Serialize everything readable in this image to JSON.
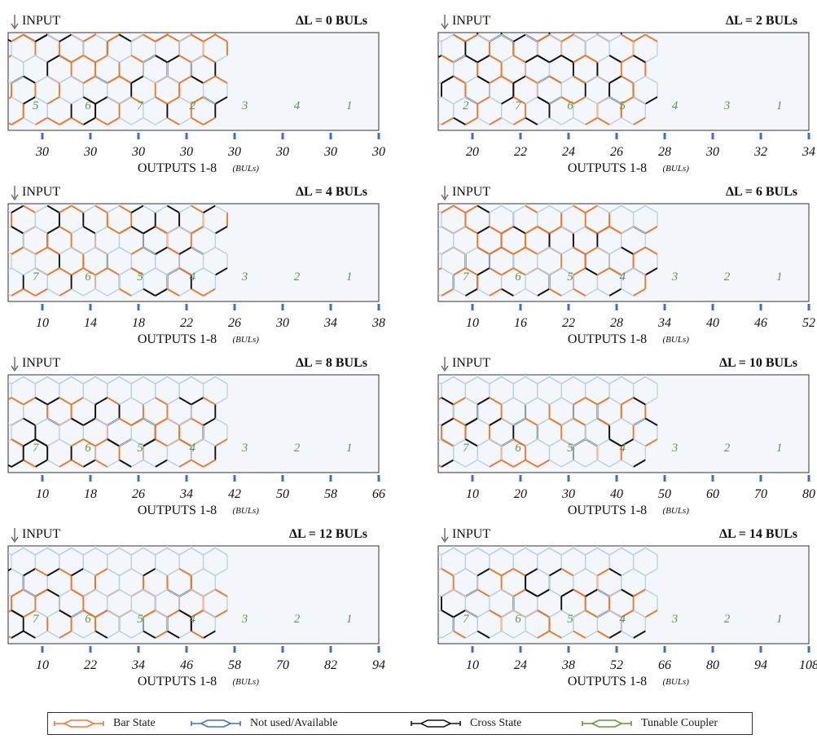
{
  "colors": {
    "bar": "#ea7a30",
    "unused": "#b8cfe8",
    "cross": "#111111",
    "coupler": "#5a9a3a",
    "panel_bg": "#f3f7fc",
    "port": "#3f6fc4"
  },
  "panels": [
    {
      "id": "p0",
      "delta_label": "ΔL = 0 BULs",
      "input_label": "INPUT",
      "outputs_title": "OUTPUTS 1-8",
      "units": "(BULs)",
      "outputs": [
        "30",
        "30",
        "30",
        "30",
        "30",
        "30",
        "30",
        "30"
      ],
      "couplers": [
        "5",
        "6",
        "7",
        "2",
        "3",
        "4",
        "1"
      ]
    },
    {
      "id": "p1",
      "delta_label": "ΔL = 2 BULs",
      "input_label": "INPUT",
      "outputs_title": "OUTPUTS 1-8",
      "units": "(BULs)",
      "outputs": [
        "20",
        "22",
        "24",
        "26",
        "28",
        "30",
        "32",
        "34"
      ],
      "couplers": [
        "2",
        "7",
        "6",
        "5",
        "4",
        "3",
        "1"
      ]
    },
    {
      "id": "p2",
      "delta_label": "ΔL = 4 BULs",
      "input_label": "INPUT",
      "outputs_title": "OUTPUTS 1-8",
      "units": "(BULs)",
      "outputs": [
        "10",
        "14",
        "18",
        "22",
        "26",
        "30",
        "34",
        "38"
      ],
      "couplers": [
        "7",
        "6",
        "5",
        "4",
        "3",
        "2",
        "1"
      ]
    },
    {
      "id": "p3",
      "delta_label": "ΔL = 6 BULs",
      "input_label": "INPUT",
      "outputs_title": "OUTPUTS 1-8",
      "units": "(BULs)",
      "outputs": [
        "10",
        "16",
        "22",
        "28",
        "34",
        "40",
        "46",
        "52"
      ],
      "couplers": [
        "7",
        "6",
        "5",
        "4",
        "3",
        "2",
        "1"
      ]
    },
    {
      "id": "p4",
      "delta_label": "ΔL = 8 BULs",
      "input_label": "INPUT",
      "outputs_title": "OUTPUTS 1-8",
      "units": "(BULs)",
      "outputs": [
        "10",
        "18",
        "26",
        "34",
        "42",
        "50",
        "58",
        "66"
      ],
      "couplers": [
        "7",
        "6",
        "5",
        "4",
        "3",
        "2",
        "1"
      ]
    },
    {
      "id": "p5",
      "delta_label": "ΔL = 10 BULs",
      "input_label": "INPUT",
      "outputs_title": "OUTPUTS 1-8",
      "units": "(BULs)",
      "outputs": [
        "10",
        "20",
        "30",
        "40",
        "50",
        "60",
        "70",
        "80"
      ],
      "couplers": [
        "7",
        "6",
        "5",
        "4",
        "3",
        "2",
        "1"
      ]
    },
    {
      "id": "p6",
      "delta_label": "ΔL = 12 BULs",
      "input_label": "INPUT",
      "outputs_title": "OUTPUTS 1-8",
      "units": "(BULs)",
      "outputs": [
        "10",
        "22",
        "34",
        "46",
        "58",
        "70",
        "82",
        "94"
      ],
      "couplers": [
        "7",
        "6",
        "5",
        "4",
        "3",
        "2",
        "1"
      ]
    },
    {
      "id": "p7",
      "delta_label": "ΔL = 14 BULs",
      "input_label": "INPUT",
      "outputs_title": "OUTPUTS 1-8",
      "units": "(BULs)",
      "outputs": [
        "10",
        "24",
        "38",
        "52",
        "66",
        "80",
        "94",
        "108"
      ],
      "couplers": [
        "7",
        "6",
        "5",
        "4",
        "3",
        "2",
        "1"
      ]
    }
  ],
  "legend": {
    "bar": "Bar State",
    "unused": "Not used/Available",
    "cross": "Cross State",
    "coupler": "Tunable Coupler"
  }
}
